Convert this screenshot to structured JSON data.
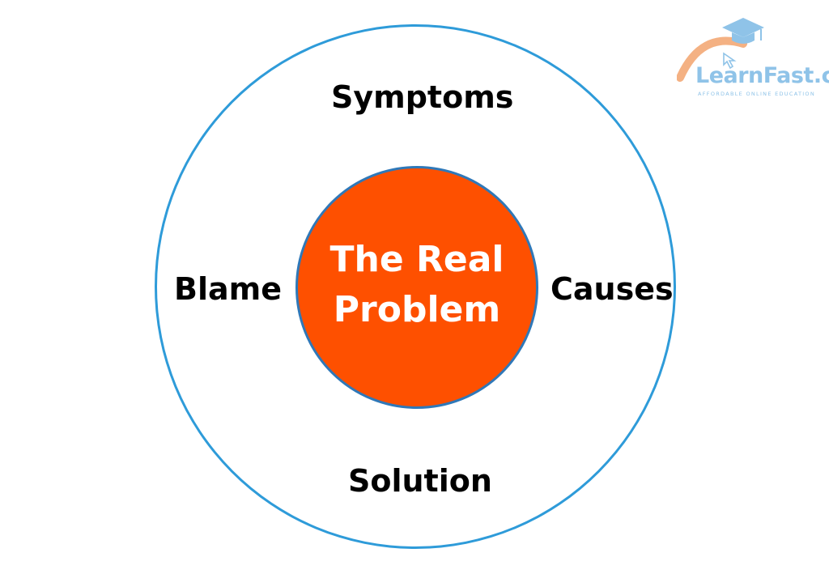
{
  "diagram": {
    "center": {
      "label": "The Real Problem"
    },
    "outer_labels": {
      "top": "Symptoms",
      "left": "Blame",
      "right": "Causes",
      "bottom": "Solution"
    }
  },
  "logo": {
    "name": "LearnFast.ca",
    "tagline": "AFFORDABLE ONLINE EDUCATION",
    "icon": "graduation-cap-icon"
  },
  "colors": {
    "outer_ring": "#2e9bd9",
    "center_fill": "#fe5000",
    "center_border": "#2f78b8",
    "label_text": "#000000",
    "center_text": "#ffffff",
    "logo_blue": "#8fc3e8",
    "logo_orange": "#f4b183"
  }
}
